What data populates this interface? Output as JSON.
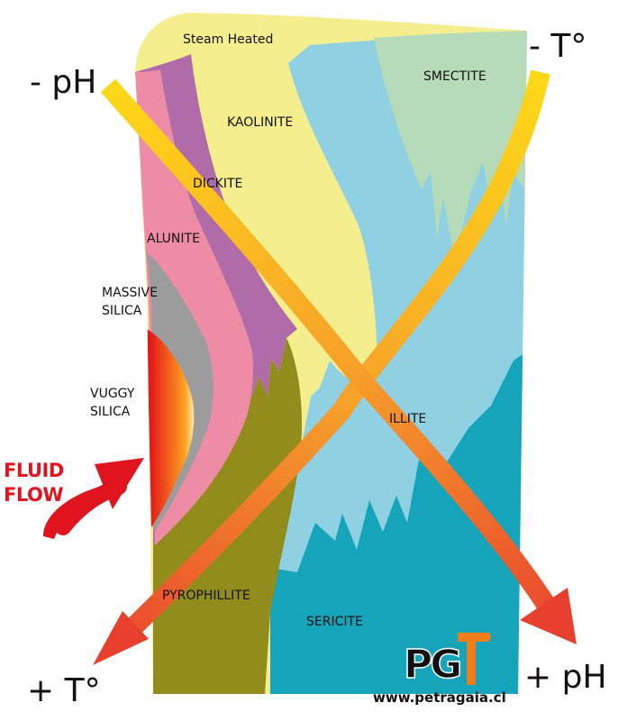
{
  "zones": {
    "steam_heated": "Steam Heated",
    "kaolinite": "KAOLINITE",
    "smectite": "SMECTITE",
    "dickite": "DICKITE",
    "alunite": "ALUNITE",
    "massive_silica_1": "MASSIVE",
    "massive_silica_2": "SILICA",
    "vuggy_silica_1": "VUGGY",
    "vuggy_silica_2": "SILICA",
    "illite": "ILLITE",
    "pyrophillite": "PYROPHILLITE",
    "sericite": "SERICITE"
  },
  "axes": {
    "top_left": "- pH",
    "top_right": "- T°",
    "bottom_left": "+ T°",
    "bottom_right": "+ pH"
  },
  "flow": {
    "line1": "FLUID",
    "line2": "FLOW"
  },
  "logo": {
    "mark": "PG",
    "url": "www.petragaia.cl"
  },
  "colors": {
    "steam_heated": "#f4ee8e",
    "smectite": "#b7dbb8",
    "illite": "#8fd0e3",
    "sericite": "#16a4ba",
    "pyrophillite": "#928c1c",
    "dickite": "#b06ca8",
    "alunite": "#ee8ca6",
    "massive_silica": "#9c9c9c",
    "arrow_start": "#fed818",
    "arrow_end": "#e8402e",
    "fluid_flow": "#e0141e"
  }
}
